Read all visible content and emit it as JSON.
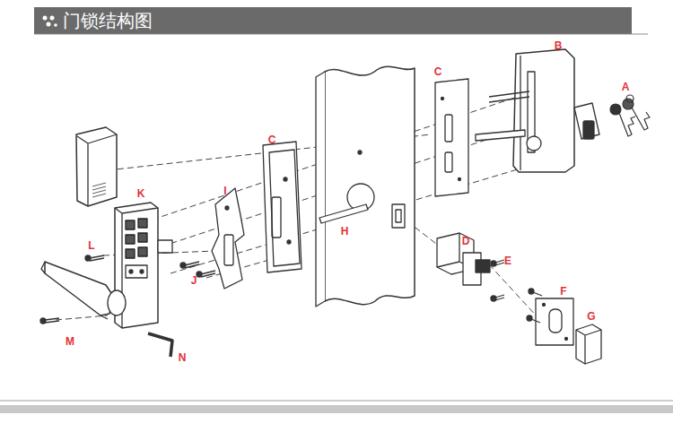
{
  "diagram": {
    "title": "门锁结构图",
    "labels": [
      "A",
      "B",
      "C",
      "C",
      "D",
      "E",
      "F",
      "G",
      "H",
      "I",
      "J",
      "K",
      "L",
      "M",
      "N"
    ]
  }
}
